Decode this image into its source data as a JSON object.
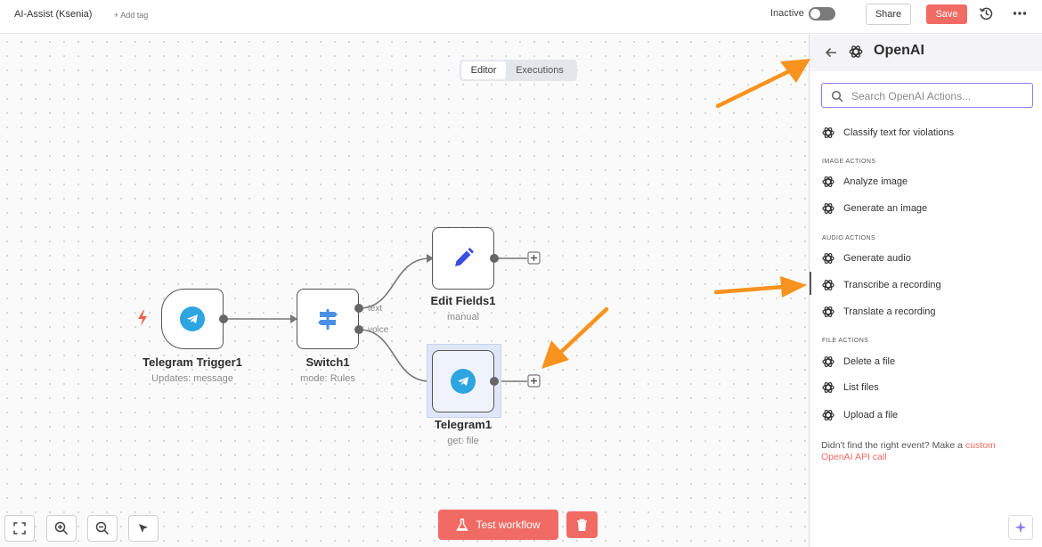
{
  "workflow": {
    "title": "AI-Assist (Ksenia)",
    "add_tag": "+ Add tag"
  },
  "header": {
    "status_label": "Inactive",
    "share_label": "Share",
    "save_label": "Save"
  },
  "canvas": {
    "tabs": [
      {
        "label": "Editor",
        "active": true
      },
      {
        "label": "Executions",
        "active": false
      }
    ],
    "nodes": [
      {
        "name": "Telegram Trigger1",
        "subtitle": "Updates: message",
        "icon": "telegram-icon"
      },
      {
        "name": "Switch1",
        "subtitle": "mode: Rules",
        "icon": "signpost-icon",
        "outputs": [
          "text",
          "voice"
        ]
      },
      {
        "name": "Edit Fields1",
        "subtitle": "manual",
        "icon": "pencil-icon"
      },
      {
        "name": "Telegram1",
        "subtitle": "get: file",
        "icon": "telegram-icon"
      }
    ],
    "test_button_label": "Test workflow"
  },
  "panel": {
    "title": "OpenAI",
    "search_placeholder": "Search OpenAI Actions...",
    "top_action": "Classify text for violations",
    "sections": [
      {
        "title": "IMAGE ACTIONS",
        "items": [
          "Analyze image",
          "Generate an image"
        ]
      },
      {
        "title": "AUDIO ACTIONS",
        "items": [
          "Generate audio",
          "Transcribe a recording",
          "Translate a recording"
        ]
      },
      {
        "title": "FILE ACTIONS",
        "items": [
          "Delete a file",
          "List files",
          "Upload a file"
        ]
      }
    ],
    "footer_text": "Didn't find the right event? Make a ",
    "footer_link": "custom OpenAI API call"
  },
  "colors": {
    "accent": "#f06b64",
    "telegram": "#2ca5e0",
    "annotation_arrow": "#f7931e",
    "search_focus": "#8e7cf0"
  }
}
